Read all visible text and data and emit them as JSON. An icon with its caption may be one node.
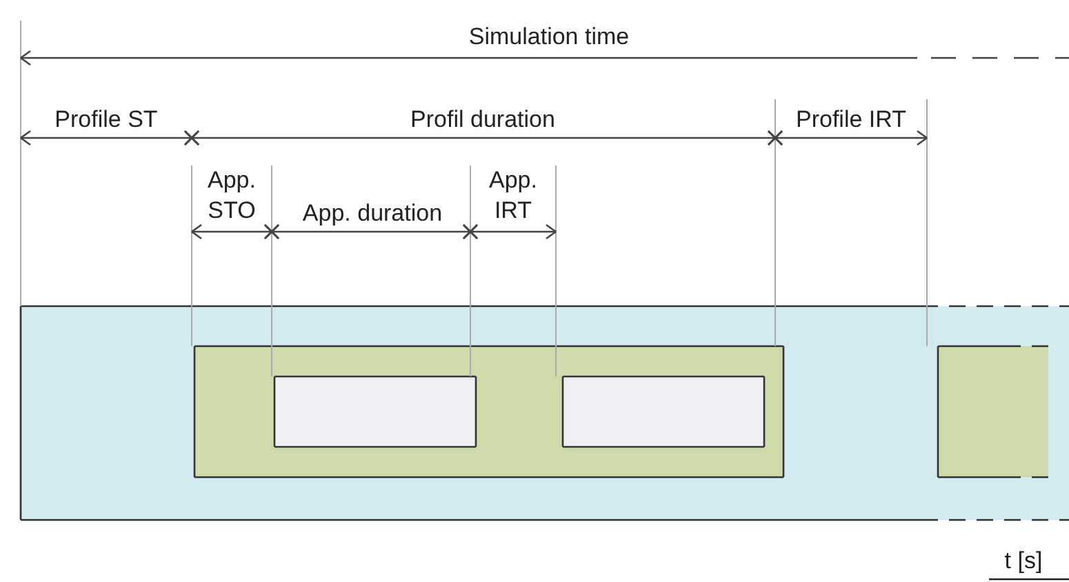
{
  "diagram": {
    "nodes": [
      {
        "text": [],
        "shape": "box"
      },
      {
        "text": [],
        "shape": "box",
        "in": 0
      },
      {
        "text": [],
        "shape": "box",
        "in": 1
      },
      {
        "text": [],
        "shape": "box",
        "in": 1
      },
      {
        "text": [],
        "shape": "box",
        "in": 0
      }
    ],
    "labels": [
      "Simulation time",
      "Profile ST",
      "Profil duration",
      "Profile IRT",
      "App. STO",
      "App. duration",
      "App. IRT",
      "t [s]"
    ]
  }
}
